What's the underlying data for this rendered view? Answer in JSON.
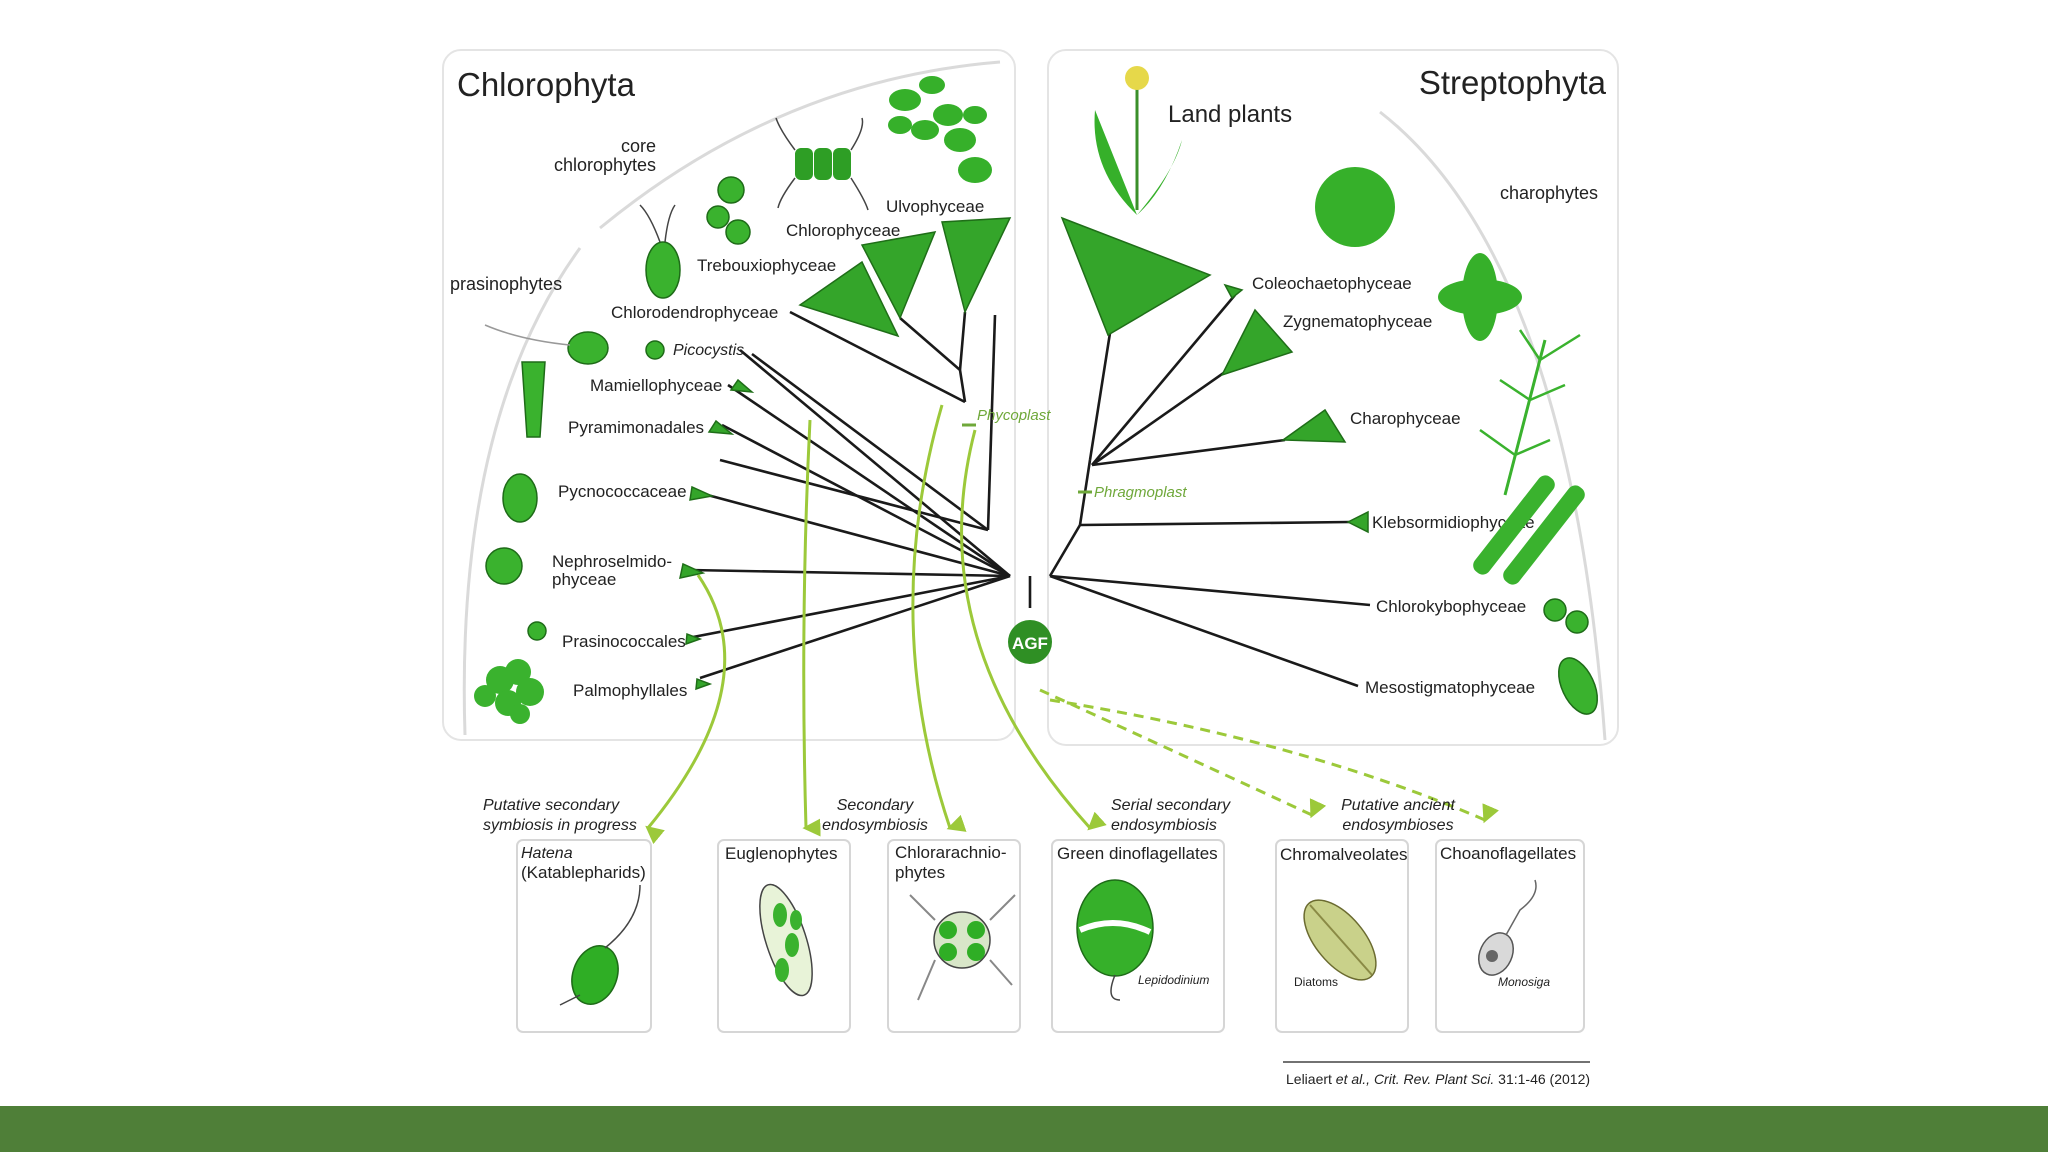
{
  "colors": {
    "accent_green": "#34a52a",
    "arrow_green": "#9cc93a",
    "footer_bar": "#4f7f38"
  },
  "panels": {
    "left_title": "Chlorophyta",
    "right_title": "Streptophyta"
  },
  "groups": {
    "core_line1": "core",
    "core_line2": "chlorophytes",
    "prasinophytes": "prasinophytes",
    "charophytes": "charophytes",
    "land_plants": "Land plants"
  },
  "clades_left": {
    "ulvophyceae": "Ulvophyceae",
    "chlorophyceae": "Chlorophyceae",
    "trebouxiophyceae": "Trebouxiophyceae",
    "chlorodendrophyceae": "Chlorodendrophyceae",
    "picocystis": "Picocystis",
    "mamiellophyceae": "Mamiellophyceae",
    "pyramimonadales": "Pyramimonadales",
    "pycnococcaceae": "Pycnococcaceae",
    "nephro_line1": "Nephroselmido-",
    "nephro_line2": "phyceae",
    "prasinococcales": "Prasinococcales",
    "palmophyllales": "Palmophyllales"
  },
  "clades_right": {
    "coleochaetophyceae": "Coleochaetophyceae",
    "zygnematophyceae": "Zygnematophyceae",
    "charophyceae": "Charophyceae",
    "klebsormidiophyceae": "Klebsormidiophyceae",
    "chlorokybophyceae": "Chlorokybophyceae",
    "mesostigmatophyceae": "Mesostigmatophyceae"
  },
  "markers": {
    "phycoplast": "Phycoplast",
    "phragmoplast": "Phragmoplast",
    "root": "AGF"
  },
  "events": {
    "putative_line1": "Putative secondary",
    "putative_line2": "symbiosis in progress",
    "secondary_line1": "Secondary",
    "secondary_line2": "endosymbiosis",
    "serial_line1": "Serial secondary",
    "serial_line2": "endosymbiosis",
    "ancient_line1": "Putative ancient",
    "ancient_line2": "endosymbioses"
  },
  "recipients": {
    "hatena_line1": "Hatena",
    "hatena_line2": "(Katablepharids)",
    "euglenophytes": "Euglenophytes",
    "chlorarach_line1": "Chlorarachnio-",
    "chlorarach_line2": "phytes",
    "green_dino": "Green dinoflagellates",
    "lepidodinium": "Lepidodinium",
    "chromalveolates": "Chromalveolates",
    "diatoms": "Diatoms",
    "choanoflagellates": "Choanoflagellates",
    "monosiga": "Monosiga"
  },
  "citation": {
    "authors": "Leliaert",
    "etal": " et al., Crit. Rev. Plant Sci.",
    "rest": " 31:1-46 (2012)"
  }
}
